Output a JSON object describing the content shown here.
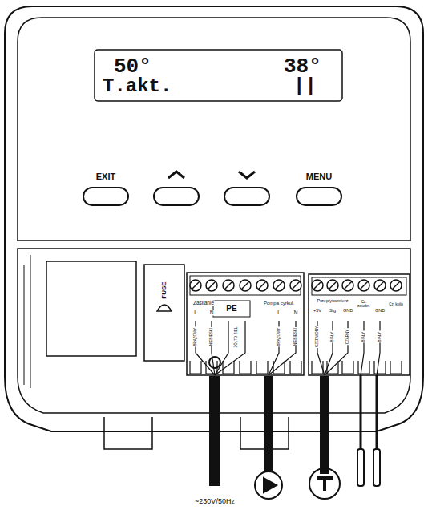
{
  "diagram": {
    "nodes": [
      {
        "text": [
          "50°",
          "38°",
          "T.akt.",
          "||"
        ]
      },
      {
        "text": [
          "EXIT"
        ]
      },
      {
        "text": [
          "MENU"
        ]
      }
    ],
    "labels": [
      "FUSE",
      "Zasilanie",
      "L",
      "N",
      "PE",
      "Pompa cyrkul.",
      "L",
      "N",
      "BRĄZOWY",
      "NIEBIESKI",
      "ŻÓŁTO-ZIEL.",
      "BRĄZOWY",
      "NIEBIESKI",
      "Przepływomierz",
      "+5V",
      "Sig",
      "GND",
      "Cz. zasobn.",
      "GND",
      "Cz. kotła",
      "CZERWONY",
      "BIAŁY",
      "CZARNY",
      "BIAŁY",
      "BIAŁY",
      "~230V/50Hz"
    ]
  }
}
